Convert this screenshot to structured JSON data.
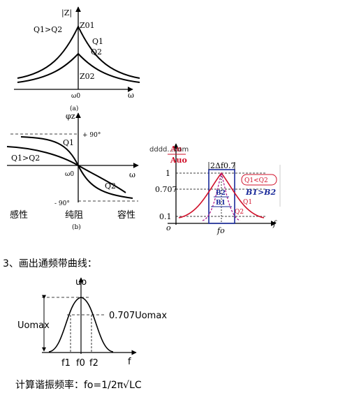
{
  "fig_a": {
    "y_axis": "|Z|",
    "legend": "Q1>Q2",
    "z01": "Z01",
    "z02": "Z02",
    "q1": "Q1",
    "q2": "Q2",
    "w0": "ω0",
    "x_axis": "ω",
    "caption": "(a)"
  },
  "fig_b": {
    "y_axis": "φz",
    "plus90": "+ 90°",
    "minus90": "- 90°",
    "q1": "Q1",
    "q2": "Q2",
    "legend": "Q1>Q2",
    "w0": "ω0",
    "x_axis": "ω",
    "region_left": "感性",
    "region_mid": "纯阻",
    "region_right": "容性",
    "caption": "(b)"
  },
  "fig_c": {
    "watermark": "dddd...com",
    "y_axis_top": "Au",
    "y_axis_bottom": "Auo",
    "bandwidth": "2Δf0.7",
    "tick_1": "1",
    "tick_0707": "0.707",
    "tick_01": "0.1",
    "origin": "o",
    "x_axis": "f",
    "f0": "fo",
    "q_relation": "Q1<Q2",
    "b_relation": "B1>B2",
    "b1": "B1",
    "b2": "B2",
    "q1": "Q1",
    "q2": "Q2"
  },
  "section": {
    "heading": "3、画出通频带曲线："
  },
  "fig_d": {
    "y_axis": "uo",
    "level": "0.707Uomax",
    "amplitude": "Uomax",
    "f1": "f1",
    "f0": "f0",
    "f2": "f2",
    "x_axis": "f"
  },
  "formula": "计算谐振频率：fo=1/2π√LC",
  "colors": {
    "red": "#d0102a",
    "blue": "#1a2a9a",
    "ink": "#000000"
  }
}
